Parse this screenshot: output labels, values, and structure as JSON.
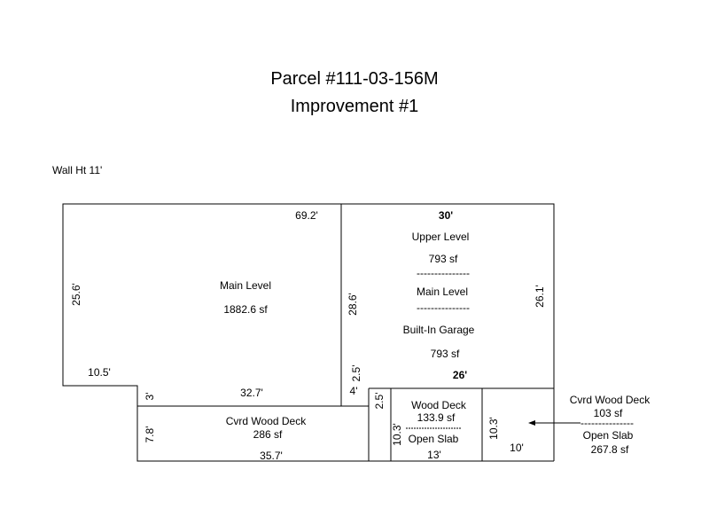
{
  "title": "Parcel #111-03-156M",
  "subtitle": "Improvement #1",
  "wall_height": "Wall Ht 11'",
  "main_area": {
    "dim_top": "69.2'",
    "dim_left": "25.6'",
    "dim_step_h": "10.5'",
    "dim_step_v": "3'",
    "dim_bottom": "32.7'",
    "name": "Main Level",
    "area": "1882.6 sf"
  },
  "garage_block": {
    "dim_top": "30'",
    "dim_left": "28.6'",
    "dim_right": "26.1'",
    "dim_bottom": "26'",
    "dim_small_v": "2.5'",
    "dim_small_h": "4'",
    "upper_name": "Upper Level",
    "upper_area": "793 sf",
    "divider": "---------------",
    "main_name": "Main Level",
    "garage_name": "Built-In Garage",
    "garage_area": "793 sf"
  },
  "cvrd_deck": {
    "name": "Cvrd Wood Deck",
    "area": "286 sf",
    "dim_left": "7.8'",
    "dim_bottom": "35.7'"
  },
  "wood_deck": {
    "dim_left_small": "2.5'",
    "dim_left": "10.3'",
    "name": "Wood Deck",
    "area": "133.9 sf",
    "divider": "---------------",
    "slab_name": "Open Slab",
    "dim_bottom": "13'"
  },
  "right_box": {
    "dim_left": "10.3'",
    "dim_bottom": "10'"
  },
  "callout": {
    "name": "Cvrd Wood Deck",
    "area": "103 sf",
    "divider": "---------------",
    "slab_name": "Open Slab",
    "slab_area": "267.8 sf"
  }
}
